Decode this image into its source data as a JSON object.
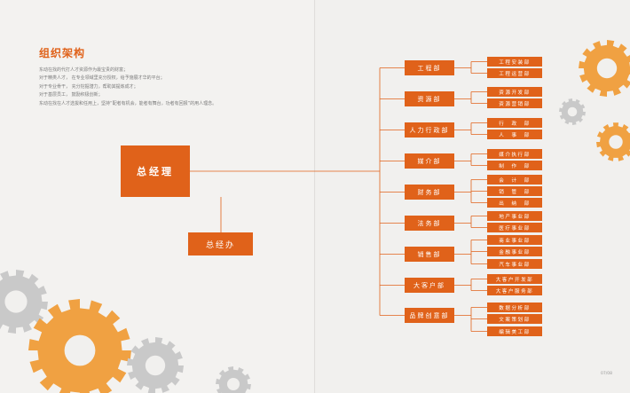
{
  "title": "组织架构",
  "description": [
    "东动在找的代打人才资源作为最宝贵的财富；",
    "对于精类人才， 在专业领域里充分授权，给予施展才华的平台；",
    "对于专业骨干， 充分挖掘潜力，帮助其提炼成才；",
    "对于基层员工， 鼓励积极创新；",
    "东动在找在人才选拔和任用上，坚持“配者有机会，能者有舞台，功者有回报”的用人理念。"
  ],
  "general_manager": "总经理",
  "general_office": "总经办",
  "departments": [
    {
      "name": "工程部",
      "subs": [
        "工程安装部",
        "工程运营部"
      ]
    },
    {
      "name": "资源部",
      "subs": [
        "资源开发部",
        "资源营销部"
      ]
    },
    {
      "name": "人力行政部",
      "subs": [
        "行　政　部",
        "人　事　部"
      ]
    },
    {
      "name": "媒介部",
      "subs": [
        "媒介执行部",
        "制　作　部"
      ]
    },
    {
      "name": "财务部",
      "subs": [
        "会　计　部",
        "销　管　部",
        "出　纳　部"
      ]
    },
    {
      "name": "法务部",
      "subs": [
        "地产事业部",
        "医疗事业部"
      ]
    },
    {
      "name": "销售部",
      "subs": [
        "商业事业部",
        "金融事业部",
        "汽车事业部"
      ]
    },
    {
      "name": "大客户部",
      "subs": [
        "大客户开发部",
        "大客户服务部"
      ]
    },
    {
      "name": "品牌创意部",
      "subs": [
        "数据分析部",
        "文案策划部",
        "编辑美工部"
      ]
    }
  ],
  "page_number": "07/08",
  "colors": {
    "accent": "#e0621a",
    "gear_orange": "#f0a142",
    "gear_gray": "#c9c9c9"
  }
}
